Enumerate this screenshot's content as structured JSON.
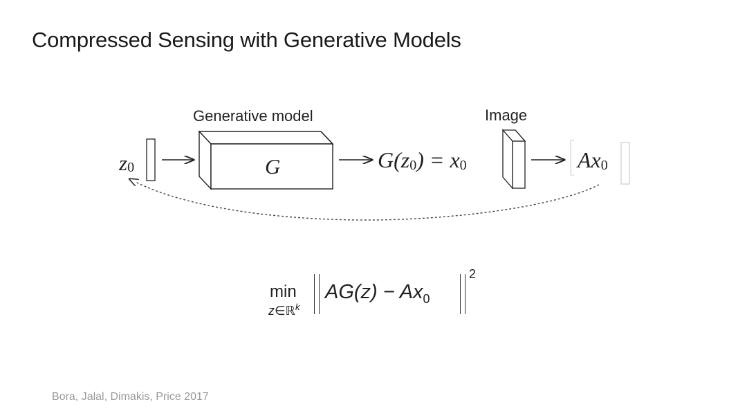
{
  "slide": {
    "title": "Compressed Sensing with Generative Models",
    "citation": "Bora, Jalal, Dimakis, Price 2017"
  },
  "diagram": {
    "generative_model_label": "Generative model",
    "image_label": "Image",
    "latent_label": "z",
    "latent_subscript": "0",
    "box_label": "G",
    "output_expr_prefix": "G(z",
    "output_expr_sub": "0",
    "output_expr_suffix": ") = x",
    "output_expr_sub2": "0",
    "measurement_prefix": "Ax",
    "measurement_sub": "0"
  },
  "formula": {
    "operator": "min",
    "operator_subscript": "z∈ℝ",
    "operator_subscript_sup": "k",
    "expression": "AG(z) − Ax",
    "expression_sub": "0",
    "exponent": "2"
  }
}
